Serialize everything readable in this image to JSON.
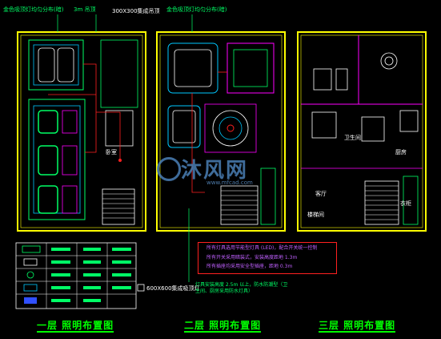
{
  "callouts": {
    "top_left": "金色吸顶灯均匀分布(暗)",
    "top_mid1": "3m 吊顶",
    "top_mid2": "300X300集成吊顶",
    "top_right": "金色吸顶灯均匀分布(暗)",
    "label_a": "卫生间",
    "label_b": "厨房",
    "label_c": "客厅",
    "label_d": "楼梯间",
    "label_e": "衣柜",
    "label_f": "卧室",
    "legend_extra": "600X600集成吸顶灯",
    "lower_note": "灯具安装高度 2.5m 以上，防水防潮型（卫生间、厨房采用防水灯具）"
  },
  "notes": [
    "所有灯具选用节能型灯具 (LED)，配合开关统一控制",
    "所有开关采用暗装式，安装高度距地 1.3m",
    "所有插座均采用安全型插座，距地 0.3m"
  ],
  "titles": {
    "floor1": "一层 照明布置图",
    "floor2": "二层 照明布置图",
    "floor3": "三层 照明布置图"
  },
  "watermark": {
    "text": "沐风网",
    "url": "www.mfcad.com"
  },
  "colors": {
    "background": "#000000",
    "wall": "#ffff00",
    "lighting": "#00ff66",
    "furniture": "#ff00ff",
    "fixture": "#ffffff",
    "wiring": "#ff2020",
    "accent": "#00c8ff"
  }
}
